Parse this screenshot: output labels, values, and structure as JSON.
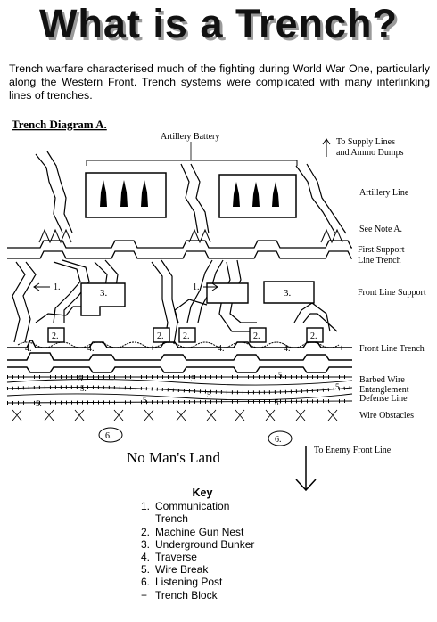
{
  "title": "What is a Trench?",
  "intro": "Trench warfare characterised much of the fighting during World War One, particularly along the Western Front. Trench systems were complicated with many interlinking lines of trenches.",
  "diagram": {
    "heading": "Trench Diagram A.",
    "artillery_battery": "Artillery Battery",
    "supply_lines": [
      "To Supply Lines",
      "and Ammo Dumps"
    ],
    "artillery_line": "Artillery Line",
    "see_note": "See Note A.",
    "first_support": [
      "First Support",
      "Line Trench"
    ],
    "front_line_support": "Front Line Support",
    "front_line_trench": "Front Line Trench",
    "barbed_wire": [
      "Barbed Wire",
      "Entanglement"
    ],
    "defense_line": "Defense Line",
    "wire_obstacles": "Wire Obstacles",
    "no_mans_land": "No Man's Land",
    "enemy_front_line": "To Enemy Front Line",
    "markers": {
      "one": "1.",
      "two": "2.",
      "three": "3.",
      "four": "4.",
      "five": "5.",
      "six": "6.",
      "plus": "+"
    }
  },
  "key": {
    "title": "Key",
    "items": [
      {
        "marker": "1.",
        "label_lines": [
          "Communication",
          "Trench"
        ]
      },
      {
        "marker": "2.",
        "label_lines": [
          "Machine Gun Nest"
        ]
      },
      {
        "marker": "3.",
        "label_lines": [
          "Underground Bunker"
        ]
      },
      {
        "marker": "4.",
        "label_lines": [
          "Traverse"
        ]
      },
      {
        "marker": "5.",
        "label_lines": [
          "Wire Break"
        ]
      },
      {
        "marker": "6.",
        "label_lines": [
          "Listening Post"
        ]
      },
      {
        "marker": "+",
        "label_lines": [
          "Trench Block"
        ]
      }
    ]
  }
}
